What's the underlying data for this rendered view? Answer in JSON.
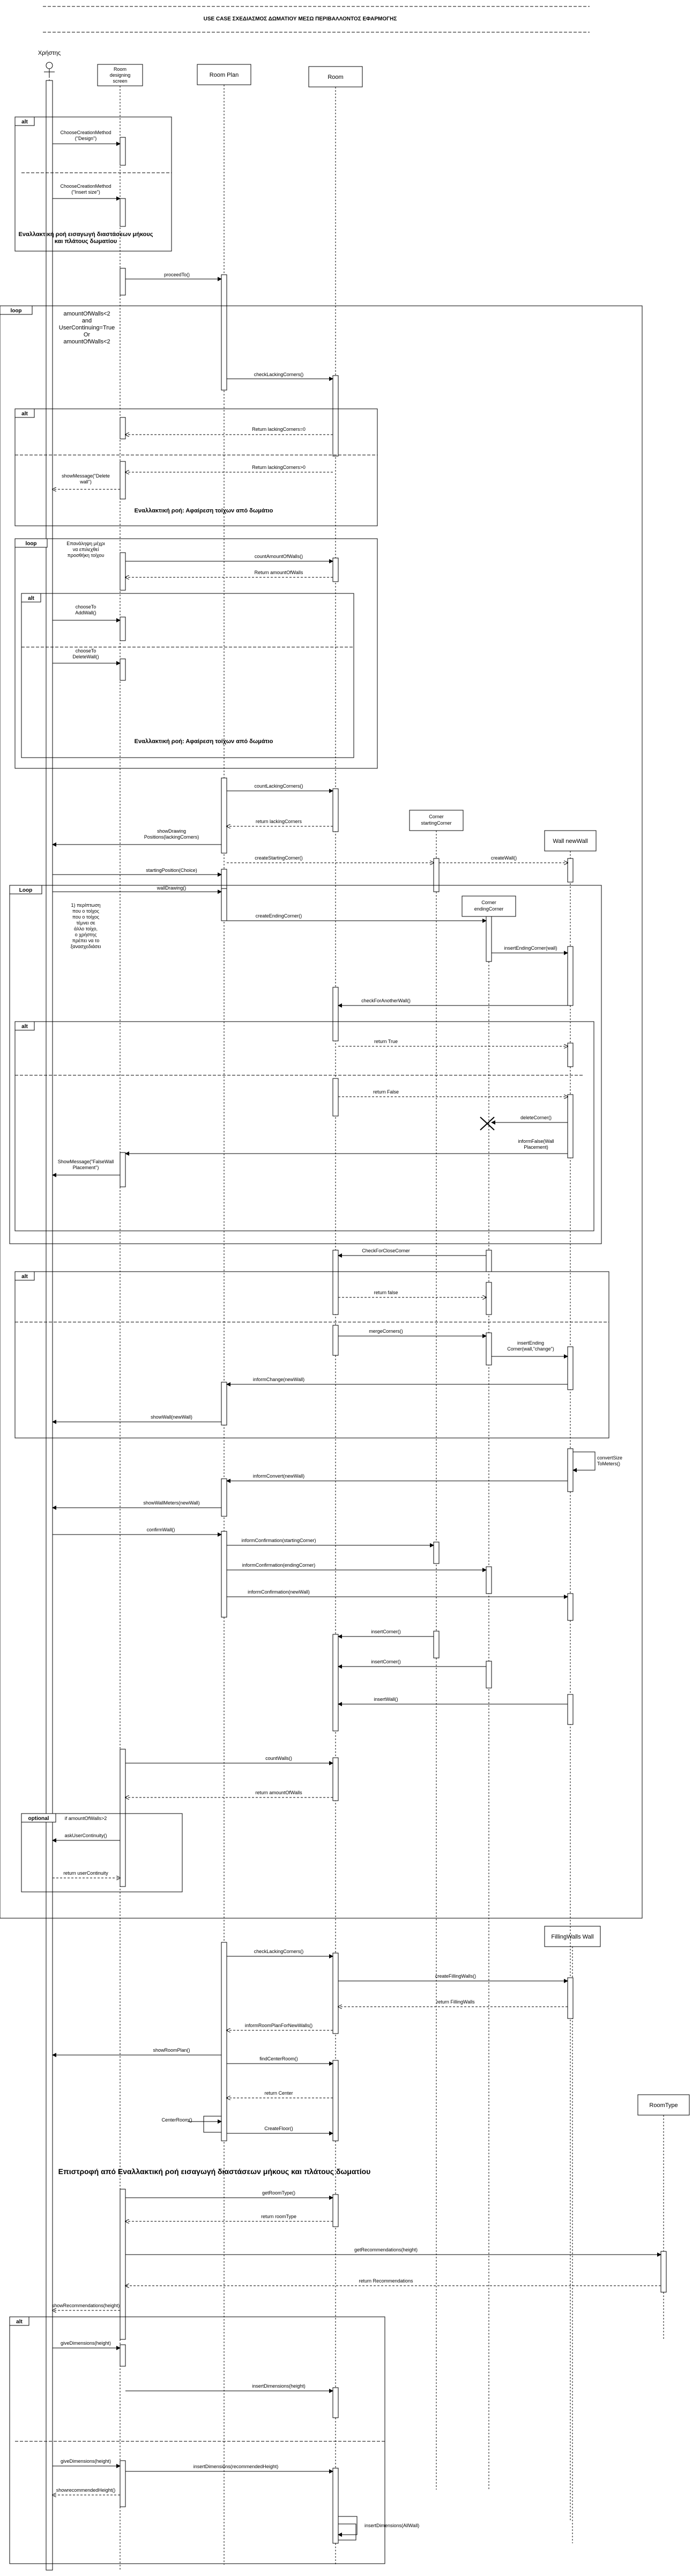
{
  "title": "USE CASE ΣΧΕΔΙΑΣΜΟΣ ΔΩΜΑΤΙΟΥ ΜΕΣΩ ΠΕΡΙΒΑΛΛΟΝΤΟΣ ΕΦΑΡΜΟΓΗΣ",
  "actor": "Χρήστης",
  "participants": {
    "screen": "Room designing screen",
    "plan": "Room Plan",
    "room": "Room",
    "start": "Corner startingCorner",
    "newWall": "Wall newWall",
    "end": "Corner endingCorner",
    "filling": "FillingWalls Wall",
    "roomtype": "RoomType"
  },
  "fragments": {
    "alt": "alt",
    "loop": "loop",
    "loop_cap": "Loop",
    "optional": "optional"
  },
  "guards": {
    "loop1": "amountOfWalls<2 and UserContinuing=True Or amountOfWalls<2",
    "loop2": "Επανάληψη μέχρι να επιλεχθεί προσθήκη τοίχου",
    "loop3": "1) περίπτωση που ο τοίχος που ο τοίχος τέμνει σε άλλο τοίχο, ο χρήστης πρέπει να το ξανασχεδιάσει",
    "opt": "if amountOfWalls>2"
  },
  "notes": {
    "n1": "Εναλλακτική ροή εισαγωγή διαστάσεων μήκους και πλάτους δωματίου",
    "n2": "Εναλλακτική ροή: Αφαίρεση τοίχων από δωμάτιο",
    "n3": "Εναλλακτική ροή: Αφαίρεση τοίχων από δωμάτιο",
    "heading": "Επιστροφή από Εναλλακτική ροή εισαγωγή διαστάσεων μήκους και πλάτους δωματίου"
  },
  "messages": {
    "m1": "ChooseCreationMethod (\"Design\")",
    "m2": "ChooseCreationMethod (\"Insert size\")",
    "m3": "proceedTo()",
    "m4": "checkLackingCorners()",
    "m5": "Return lackingCorners=0",
    "m6": "Return lackingCorners>0",
    "m7": "showMessage(\"Delete wall\")",
    "m8": "countAmountOfWalls()",
    "m9": "Return amountOfWalls",
    "m10": "chooseTo AddWall()",
    "m11": "chooseTo DeleteWall()",
    "m12": "countLackingCorners()",
    "m13": "return lackingCorners",
    "m14": "showDrawing Positions(lackingCorners)",
    "m15": "startingPosition(Choice)",
    "m16": "createStartingCorner()",
    "m17": "createWall()",
    "m18": "wallDrawing()",
    "m19": "createEndingCorner()",
    "m20": "insertEndingCorner(wall)",
    "m21": "checkForAnotherWall()",
    "m22": "return True",
    "m23": "return False",
    "m24": "deleteCorner()",
    "m25": "informFalse(Wall Placement)",
    "m26": "ShowMessage(\"FalseWall Placement\")",
    "m27": "CheckForCloseCorner",
    "m28": "return false",
    "m29": "mergeCorners()",
    "m30": "insertEnding Corner(wall,\"change\")",
    "m31": "informChange(newWall)",
    "m32": "showWall(newWall)",
    "m33": "convertSize ToMeters()",
    "m34": "informConvert(newWall)",
    "m35": "showWallMeters(newWall)",
    "m36": "confirmWall()",
    "m37": "informConfirmation(startingCorner)",
    "m38": "informConfirmation(endingCorner)",
    "m39": "informConfirmation(newWall)",
    "m40": "insertCorner()",
    "m41": "insertCorner()",
    "m42": "insertWall()",
    "m43": "countWalls()",
    "m44": "return amountOfWalls",
    "m45": "askUserContinuity()",
    "m46": "return userContinuity",
    "m47": "checkLackingCorners()",
    "m48": "createFillingWalls()",
    "m49": "return FillingWalls",
    "m50": "informRoomPlanForNewWalls()",
    "m51": "showRoomPlan()",
    "m52": "findCenterRoom()",
    "m53": "return Center",
    "m54": "CenterRoom()",
    "m55": "CreateFloor()",
    "m56": "getRoomType()",
    "m57": "return roomType",
    "m58": "getRecommendations(height)",
    "m59": "return Recommendations",
    "m60": "showRecommendations(height)",
    "m61": "giveDimensions(height)",
    "m62": "insertDimensions(height)",
    "m63": "giveDimensions(height)",
    "m64": "insertDimensions(recommendedHeight)",
    "m65": "showrecommendedHeight()",
    "m66": "insertDimensions(AllWall)"
  }
}
